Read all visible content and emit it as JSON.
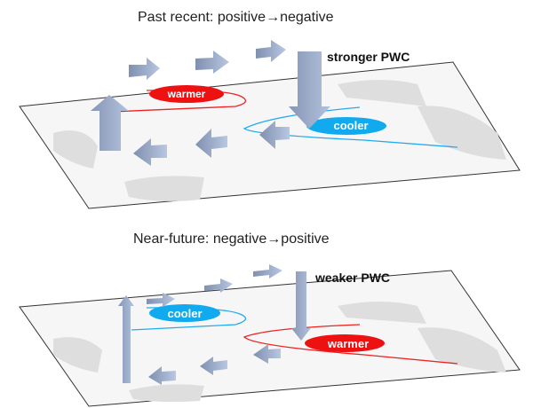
{
  "panels": [
    {
      "title": "Past recent: positive→negative",
      "pwc_label": "stronger PWC",
      "west_anomaly": "warmer",
      "east_anomaly": "cooler",
      "west_color": "#ee1111",
      "east_color": "#11aaee"
    },
    {
      "title": "Near-future: negative→positive",
      "pwc_label": "weaker PWC",
      "west_anomaly": "cooler",
      "east_anomaly": "warmer",
      "west_color": "#11aaee",
      "east_color": "#ee1111"
    }
  ],
  "colors": {
    "arrow_light": "#b3c3de",
    "arrow_dark": "#7f8fae"
  }
}
